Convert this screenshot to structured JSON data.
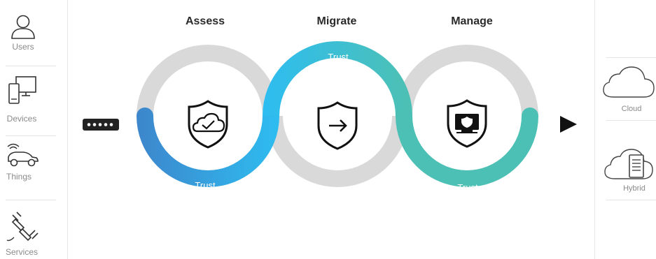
{
  "left_panel": {
    "items": [
      {
        "label": "Users",
        "icon": "user-icon"
      },
      {
        "label": "Devices",
        "icon": "devices-icon"
      },
      {
        "label": "Things",
        "icon": "connected-car-icon"
      },
      {
        "label": "Services",
        "icon": "plug-icon"
      }
    ]
  },
  "stages": [
    {
      "title": "Assess",
      "icon": "cloud-check-shield-icon"
    },
    {
      "title": "Migrate",
      "icon": "arrow-shield-icon"
    },
    {
      "title": "Manage",
      "icon": "monitor-shield-icon"
    }
  ],
  "trust_labels": [
    "Trust",
    "Trust",
    "Trust"
  ],
  "right_panel": {
    "items": [
      {
        "label": "Cloud",
        "icon": "cloud-icon"
      },
      {
        "label": "Hybrid",
        "icon": "cloud-server-icon"
      }
    ]
  },
  "colors": {
    "ring_gray": "#d9d9d9",
    "blue_dark": "#3d86cc",
    "blue_light": "#2ebdf0",
    "teal": "#4cc0b5",
    "label_gray": "#8a8a8a",
    "title": "#2a2a2a"
  },
  "icons": {
    "connector": "dotted-port-icon",
    "direction": "play-arrow-icon"
  }
}
